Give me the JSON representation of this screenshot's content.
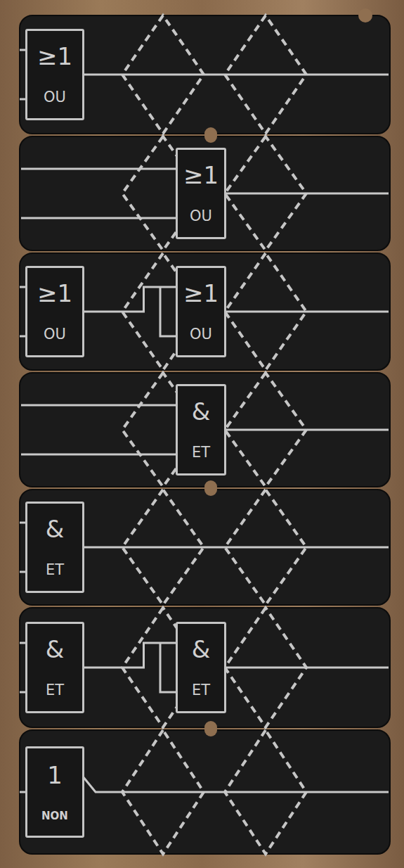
{
  "diagram": {
    "nodes": [
      {
        "text": [
          "≥1",
          "OU"
        ]
      },
      {
        "text": [
          "≥1",
          "OU"
        ]
      },
      {
        "text": [
          "≥1",
          "OU"
        ]
      },
      {
        "text": [
          "≥1",
          "OU"
        ]
      },
      {
        "text": [
          "&",
          "ET"
        ]
      },
      {
        "text": [
          "&",
          "ET"
        ]
      },
      {
        "text": [
          "&",
          "ET"
        ]
      },
      {
        "text": [
          "&",
          "ET"
        ]
      },
      {
        "text": [
          "1",
          "NON"
        ]
      }
    ],
    "edges": [
      {
        "from": 2,
        "to": 3,
        "arrow": "none"
      },
      {
        "from": 6,
        "to": 7,
        "arrow": "none"
      }
    ]
  }
}
